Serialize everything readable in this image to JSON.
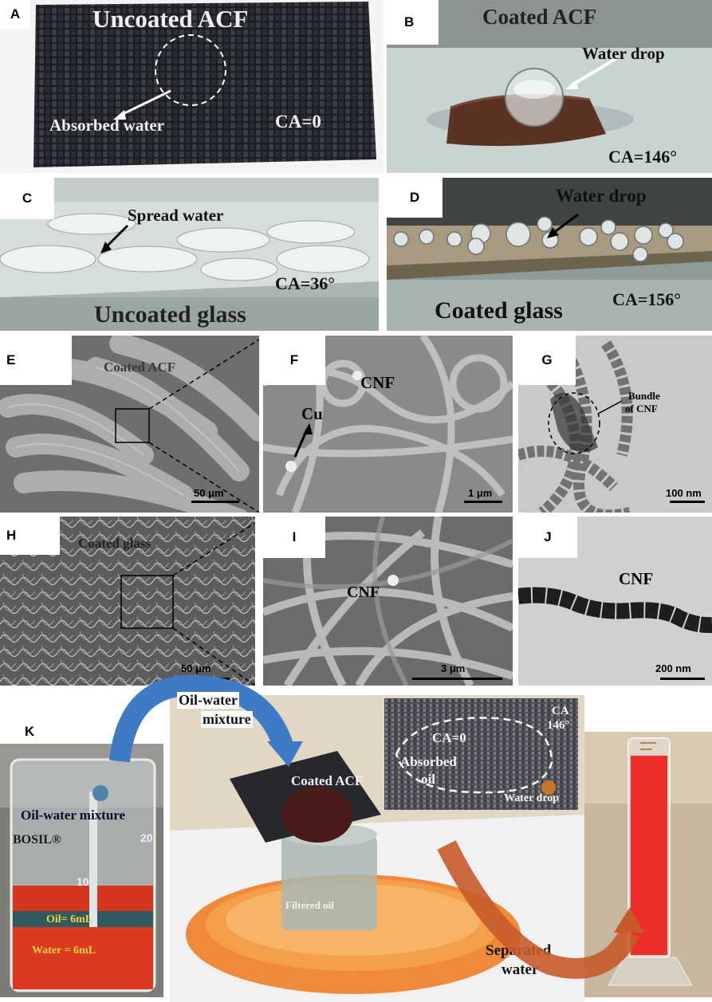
{
  "panels": {
    "A": {
      "letter": "A",
      "title": "Uncoated ACF",
      "annotation": "Absorbed water",
      "ca": "CA=0"
    },
    "B": {
      "letter": "B",
      "title": "Coated ACF",
      "annotation": "Water drop",
      "ca": "CA=146°"
    },
    "C": {
      "letter": "C",
      "annotation": "Spread water",
      "ca": "CA=36°",
      "title": "Uncoated glass"
    },
    "D": {
      "letter": "D",
      "annotation": "Water drop",
      "ca": "CA=156°",
      "title": "Coated glass"
    },
    "E": {
      "letter": "E",
      "title": "Coated ACF",
      "scale": "50 μm"
    },
    "F": {
      "letter": "F",
      "label_cu": "Cu",
      "label_cnf": "CNF",
      "scale": "1 μm"
    },
    "G": {
      "letter": "G",
      "annotation_line1": "Bundle",
      "annotation_line2": "of CNF",
      "scale": "100 nm"
    },
    "H": {
      "letter": "H",
      "title": "Coated glass",
      "scale": "50 μm"
    },
    "I": {
      "letter": "I",
      "label_cnf": "CNF",
      "scale": "3 μm"
    },
    "J": {
      "letter": "J",
      "label_cnf": "CNF",
      "scale": "200 nm"
    },
    "K": {
      "letter": "K",
      "arrow_label_line1": "Oil-water",
      "arrow_label_line2": "mixture",
      "beaker_title": "Oil-water mixture",
      "beaker_brand": "BOSIL®",
      "oil_label": "Oil= 6mL",
      "water_label": "Water = 6mL",
      "mark_20": "20",
      "mark_10": "10",
      "coated_acf": "Coated  ACF",
      "filtered": "Filtered oil",
      "separated_line1": "Separated",
      "separated_line2": "water",
      "inset_ca0": "CA=0",
      "inset_absorbed_line1": "Absorbed",
      "inset_absorbed_line2": "oil",
      "inset_ca_line1": "CA",
      "inset_ca_line2": "146°",
      "inset_water_drop": "Water drop"
    }
  }
}
